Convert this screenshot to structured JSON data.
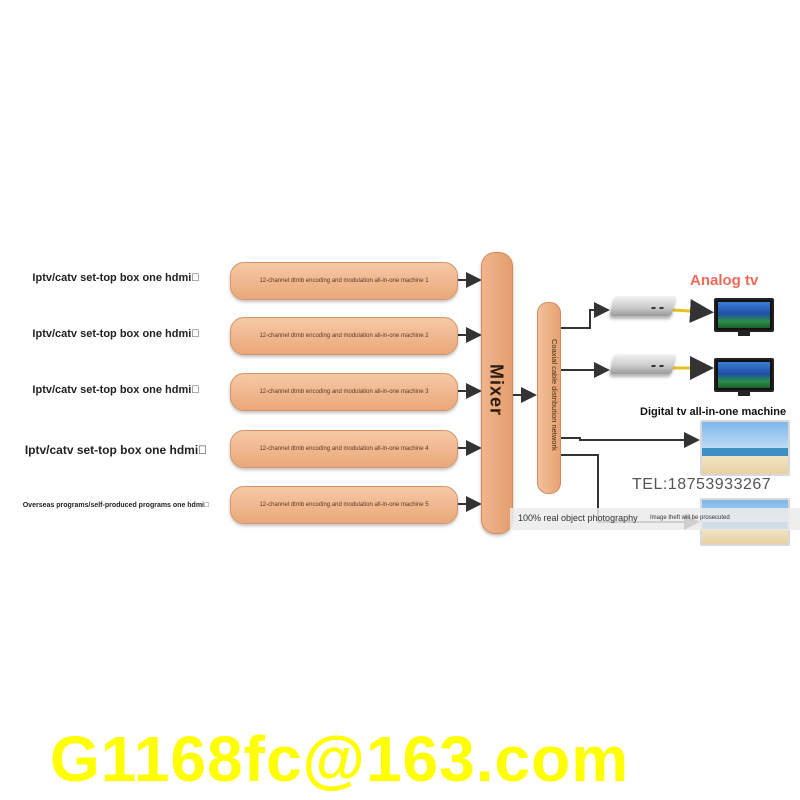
{
  "sources": [
    {
      "label": "Iptv/catv set-top box one hdmi",
      "font_size": 11
    },
    {
      "label": "Iptv/catv set-top box one hdmi",
      "font_size": 11
    },
    {
      "label": "Iptv/catv set-top box one hdmi",
      "font_size": 11
    },
    {
      "label": "Iptv/catv set-top box one hdmi",
      "font_size": 12
    },
    {
      "label": "Overseas programs/self-produced programs one hdmi",
      "font_size": 7
    }
  ],
  "encoders": [
    "12-channel dtmb encoding and modulation all-in-one machine 1",
    "12-channel dtmb encoding and modulation all-in-one machine 2",
    "12-channel dtmb encoding and modulation all-in-one machine 3",
    "12-channel dtmb encoding and modulation all-in-one machine 4",
    "12-channel dtmb encoding and modulation all-in-one machine 5"
  ],
  "mixer": {
    "label": "Mixer"
  },
  "coax": {
    "label": "Coaxial cable distribution network"
  },
  "outputs": {
    "analog_label": "Analog tv",
    "digital_label": "Digital tv all-in-one machine"
  },
  "captions": {
    "tel": "TEL:18753933267",
    "real_photo": "100% real object photography",
    "image_theft": "Image theft will be prosecuted",
    "email": "G1168fc@163.com"
  },
  "colors": {
    "box_fill": "#eeb088",
    "analog_label": "#f06a5a",
    "email": "#ffff00"
  }
}
